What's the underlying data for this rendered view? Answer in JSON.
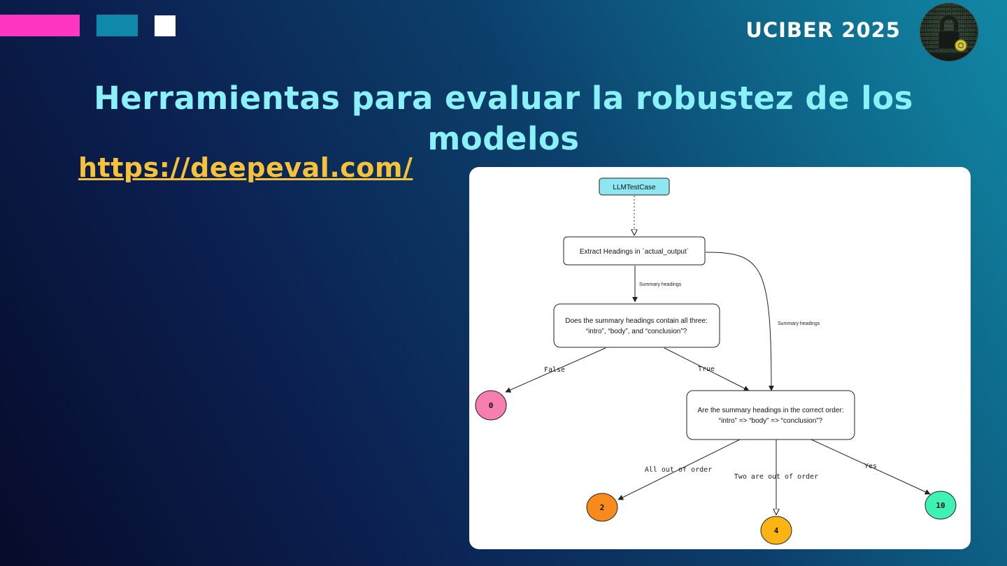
{
  "slide": {
    "conference": "UCIBER 2025",
    "title": "Herramientas para evaluar la robustez de los modelos",
    "link": "https://deepeval.com/"
  },
  "colors": {
    "accent_pink": "#ff36c2",
    "accent_teal": "#0f89aa",
    "title_cyan": "#8af1f8",
    "link_yellow": "#f5c23a"
  },
  "diagram": {
    "nodes": {
      "test_case": "LLMTestCase",
      "extract": "Extract Headings in `actual_output`",
      "contains_line1": "Does the summary headings contain all three:",
      "contains_line2": "“intro”, “body”, and “conclusion”?",
      "order_line1": "Are the summary headings in the correct order:",
      "order_line2": "“intro” => “body” => “conclusion”?",
      "score_0": "0",
      "score_2": "2",
      "score_4": "4",
      "score_10": "10"
    },
    "edges": {
      "summary_headings_1": "Summary headings",
      "summary_headings_2": "Summary headings",
      "false": "False",
      "true": "True",
      "all_out_of_order": "All out of order",
      "two_out_of_order": "Two are out of order",
      "yes": "Yes"
    },
    "node_colors": {
      "test_case": "#8ee6f0",
      "score_0": "#f77fb0",
      "score_2": "#f98a1c",
      "score_4": "#fbb512",
      "score_10": "#3ef2b4"
    }
  }
}
